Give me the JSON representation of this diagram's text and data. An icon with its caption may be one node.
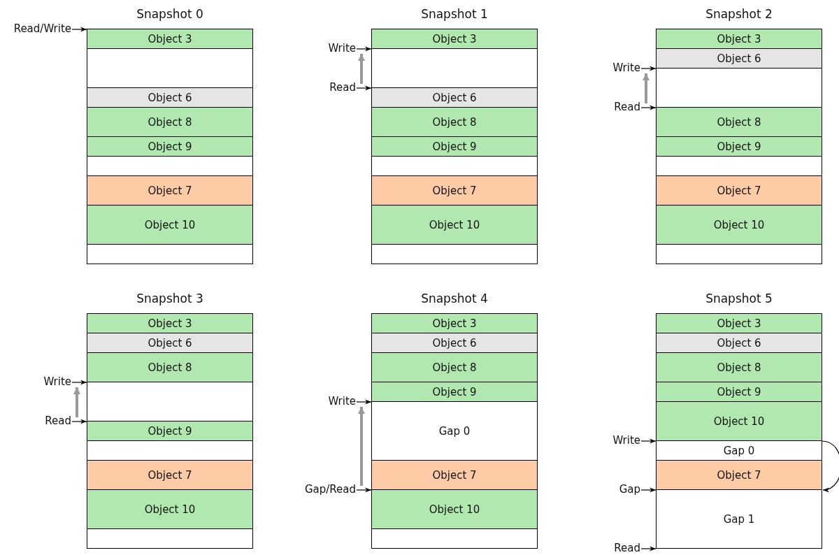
{
  "diagram": {
    "nodes": [
      {
        "text": [
          "Snapshot 0"
        ]
      },
      {
        "text": [
          "Object 3"
        ],
        "in": 0
      },
      {
        "text": [],
        "shape": "box",
        "in": 0
      },
      {
        "text": [
          "Object 6"
        ],
        "in": 0
      },
      {
        "text": [
          "Object 8"
        ],
        "in": 0
      },
      {
        "text": [
          "Object 9"
        ],
        "in": 0
      },
      {
        "text": [],
        "shape": "box",
        "in": 0
      },
      {
        "text": [
          "Object 7"
        ],
        "in": 0
      },
      {
        "text": [
          "Object 10"
        ],
        "in": 0
      },
      {
        "text": [],
        "shape": "box",
        "in": 0
      },
      {
        "text": [
          "Read/Write"
        ]
      },
      {
        "text": [
          "Snapshot 1"
        ]
      },
      {
        "text": [
          "Object 3"
        ],
        "in": 11
      },
      {
        "text": [],
        "shape": "box",
        "in": 11
      },
      {
        "text": [
          "Object 6"
        ],
        "in": 11
      },
      {
        "text": [
          "Object 8"
        ],
        "in": 11
      },
      {
        "text": [
          "Object 9"
        ],
        "in": 11
      },
      {
        "text": [],
        "shape": "box",
        "in": 11
      },
      {
        "text": [
          "Object 7"
        ],
        "in": 11
      },
      {
        "text": [
          "Object 10"
        ],
        "in": 11
      },
      {
        "text": [],
        "shape": "box",
        "in": 11
      },
      {
        "text": [
          "Write"
        ]
      },
      {
        "text": [
          "Read"
        ]
      },
      {
        "text": [
          "Snapshot 2"
        ]
      },
      {
        "text": [
          "Object 3"
        ],
        "in": 23
      },
      {
        "text": [
          "Object 6"
        ],
        "in": 23
      },
      {
        "text": [],
        "shape": "box",
        "in": 23
      },
      {
        "text": [
          "Object 8"
        ],
        "in": 23
      },
      {
        "text": [
          "Object 9"
        ],
        "in": 23
      },
      {
        "text": [],
        "shape": "box",
        "in": 23
      },
      {
        "text": [
          "Object 7"
        ],
        "in": 23
      },
      {
        "text": [
          "Object 10"
        ],
        "in": 23
      },
      {
        "text": [],
        "shape": "box",
        "in": 23
      },
      {
        "text": [
          "Write"
        ]
      },
      {
        "text": [
          "Read"
        ]
      },
      {
        "text": [
          "Snapshot 3"
        ]
      },
      {
        "text": [
          "Object 3"
        ],
        "in": 35
      },
      {
        "text": [
          "Object 6"
        ],
        "in": 35
      },
      {
        "text": [
          "Object 8"
        ],
        "in": 35
      },
      {
        "text": [],
        "shape": "box",
        "in": 35
      },
      {
        "text": [
          "Object 9"
        ],
        "in": 35
      },
      {
        "text": [],
        "shape": "box",
        "in": 35
      },
      {
        "text": [
          "Object 7"
        ],
        "in": 35
      },
      {
        "text": [
          "Object 10"
        ],
        "in": 35
      },
      {
        "text": [],
        "shape": "box",
        "in": 35
      },
      {
        "text": [
          "Write"
        ]
      },
      {
        "text": [
          "Read"
        ]
      },
      {
        "text": [
          "Snapshot 4"
        ]
      },
      {
        "text": [
          "Object 3"
        ],
        "in": 47
      },
      {
        "text": [
          "Object 6"
        ],
        "in": 47
      },
      {
        "text": [
          "Object 8"
        ],
        "in": 47
      },
      {
        "text": [
          "Object 9"
        ],
        "in": 47
      },
      {
        "text": [
          "Gap 0"
        ],
        "in": 47
      },
      {
        "text": [
          "Object 7"
        ],
        "in": 47
      },
      {
        "text": [
          "Object 10"
        ],
        "in": 47
      },
      {
        "text": [],
        "shape": "box",
        "in": 47
      },
      {
        "text": [
          "Write"
        ]
      },
      {
        "text": [
          "Gap/Read"
        ]
      },
      {
        "text": [
          "Snapshot 5"
        ]
      },
      {
        "text": [
          "Object 3"
        ],
        "in": 58
      },
      {
        "text": [
          "Object 6"
        ],
        "in": 58
      },
      {
        "text": [
          "Object 8"
        ],
        "in": 58
      },
      {
        "text": [
          "Object 9"
        ],
        "in": 58
      },
      {
        "text": [
          "Object 10"
        ],
        "in": 58
      },
      {
        "text": [
          "Gap 0"
        ],
        "in": 58
      },
      {
        "text": [
          "Object 7"
        ],
        "in": 58
      },
      {
        "text": [
          "Gap 1"
        ],
        "in": 58
      },
      {
        "text": [
          "Write"
        ]
      },
      {
        "text": [
          "Gap"
        ]
      },
      {
        "text": [
          "Read"
        ]
      }
    ],
    "edges": [
      {
        "from": 10,
        "to": 1,
        "arrow": "to"
      },
      {
        "from": 21,
        "to": 13,
        "arrow": "to"
      },
      {
        "from": 22,
        "to": 14,
        "arrow": "to"
      },
      {
        "from": 33,
        "to": 26,
        "arrow": "to"
      },
      {
        "from": 34,
        "to": 27,
        "arrow": "to"
      },
      {
        "from": 45,
        "to": 39,
        "arrow": "to"
      },
      {
        "from": 46,
        "to": 40,
        "arrow": "to"
      },
      {
        "from": 56,
        "to": 52,
        "arrow": "to"
      },
      {
        "from": 57,
        "to": 54,
        "arrow": "to"
      },
      {
        "from": 67,
        "to": 64,
        "arrow": "to"
      },
      {
        "from": 68,
        "to": 66,
        "arrow": "to"
      },
      {
        "from": 69,
        "to": 66,
        "arrow": "to"
      },
      {
        "from": 64,
        "to": 66,
        "arrow": "to"
      },
      {
        "from": 22,
        "to": 21,
        "arrow": "to",
        "style": "thick",
        "color": "#999999"
      },
      {
        "from": 34,
        "to": 33,
        "arrow": "to",
        "style": "thick",
        "color": "#999999"
      },
      {
        "from": 46,
        "to": 45,
        "arrow": "to",
        "style": "thick",
        "color": "#999999"
      },
      {
        "from": 57,
        "to": 56,
        "arrow": "to",
        "style": "thick",
        "color": "#999999"
      }
    ]
  }
}
